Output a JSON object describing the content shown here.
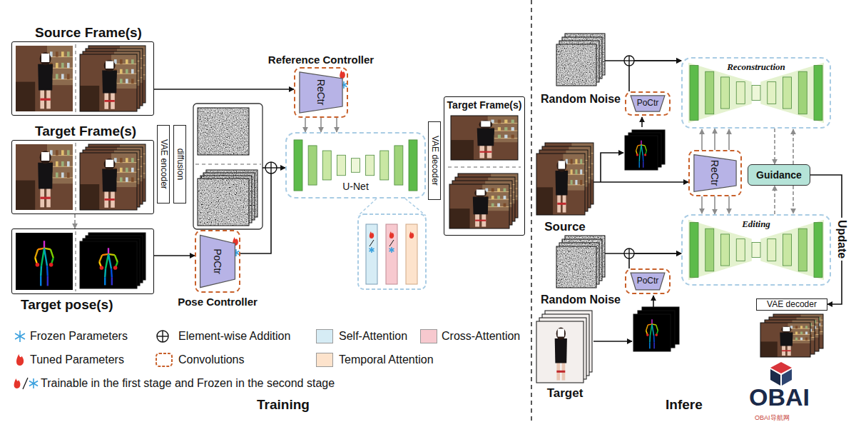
{
  "diagram": {
    "nodes": [
      {
        "text": [
          "Source Frame(s)"
        ]
      },
      {
        "text": [
          "Target Frame(s)"
        ]
      },
      {
        "text": [
          "Target pose(s)"
        ]
      },
      {
        "text": [
          "VAE encoder"
        ]
      },
      {
        "text": [
          "diffusion"
        ]
      },
      {
        "text": [
          "Reference Controller",
          "ReCtr"
        ]
      },
      {
        "text": [
          "PoCtr",
          "Pose Controller"
        ]
      },
      {
        "text": [
          "U-Net"
        ]
      },
      {
        "text": [
          "VAE decoder"
        ]
      },
      {
        "text": [
          "Target Frame(s)"
        ]
      },
      {
        "text": [
          "Random Noise"
        ]
      },
      {
        "text": [
          "PoCtr"
        ]
      },
      {
        "text": [
          "Reconstruction"
        ]
      },
      {
        "text": [
          "Source"
        ]
      },
      {
        "text": [
          "ReCtr"
        ]
      },
      {
        "text": [
          "Guidance"
        ]
      },
      {
        "text": [
          "Editing"
        ]
      },
      {
        "text": [
          "Random Noise"
        ]
      },
      {
        "text": [
          "PoCtr"
        ]
      },
      {
        "text": [
          "Target"
        ]
      },
      {
        "text": [
          "VAE decoder"
        ]
      }
    ],
    "edges": [
      {
        "from": 0,
        "to": 5,
        "arrow": "to"
      },
      {
        "from": 1,
        "to": 2,
        "arrow": "to"
      },
      {
        "from": 2,
        "to": 6,
        "arrow": "to"
      },
      {
        "from": 6,
        "to": 7,
        "arrow": "to"
      },
      {
        "from": 5,
        "to": 7,
        "arrow": "to"
      },
      {
        "from": 10,
        "to": 12,
        "arrow": "to"
      },
      {
        "from": 11,
        "to": 12,
        "arrow": "to"
      },
      {
        "from": 13,
        "to": 14,
        "arrow": "to"
      },
      {
        "from": 14,
        "to": 12,
        "arrow": "to"
      },
      {
        "from": 14,
        "to": 16,
        "arrow": "to"
      },
      {
        "from": 12,
        "to": 15,
        "arrow": "to"
      },
      {
        "from": 16,
        "to": 15,
        "arrow": "to"
      },
      {
        "from": 17,
        "to": 16,
        "arrow": "to"
      },
      {
        "from": 18,
        "to": 16,
        "arrow": "to"
      },
      {
        "from": 15,
        "to": 20,
        "label": "Update",
        "arrow": "to"
      }
    ],
    "labels": [
      "Training",
      "Infere",
      "OBAI",
      "OBAI导航网"
    ],
    "legend": [
      {
        "text": "Frozen Parameters"
      },
      {
        "text": "Element-wise Addition"
      },
      {
        "text": "Self-Attention",
        "color": "#d6ecf5"
      },
      {
        "text": "Cross-Attention",
        "color": "#f7c9cf"
      },
      {
        "text": "Tuned Parameters"
      },
      {
        "text": "Convolutions"
      },
      {
        "text": "Temporal Attention",
        "color": "#fde3cc"
      },
      {
        "text": "Trainable in the first stage and Frozen in the second stage"
      }
    ]
  }
}
